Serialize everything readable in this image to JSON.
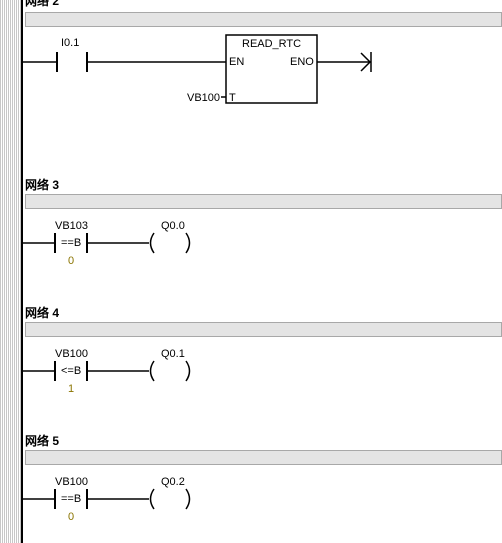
{
  "networks": [
    {
      "title": "网络 2",
      "contact_address": "I0.1",
      "box_title": "READ_RTC",
      "box_en": "EN",
      "box_eno": "ENO",
      "box_param_label": "T",
      "box_param_value": "VB100"
    },
    {
      "title": "网络 3",
      "compare_operand": "VB103",
      "compare_op": "==B",
      "compare_value": "0",
      "coil_address": "Q0.0"
    },
    {
      "title": "网络 4",
      "compare_operand": "VB100",
      "compare_op": "<=B",
      "compare_value": "1",
      "coil_address": "Q0.1"
    },
    {
      "title": "网络 5",
      "compare_operand": "VB100",
      "compare_op": "==B",
      "compare_value": "0",
      "coil_address": "Q0.2"
    }
  ]
}
